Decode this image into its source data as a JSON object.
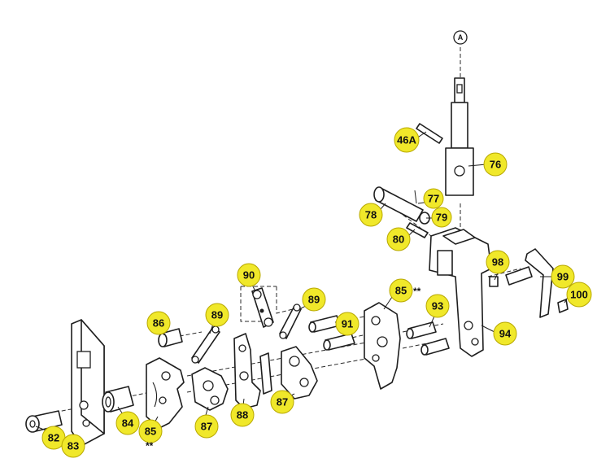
{
  "diagram": {
    "reference_marker": "A",
    "callouts": [
      {
        "id": "c82",
        "label": "82"
      },
      {
        "id": "c83",
        "label": "83"
      },
      {
        "id": "c84",
        "label": "84"
      },
      {
        "id": "c85a",
        "label": "85"
      },
      {
        "id": "c85b",
        "label": "85"
      },
      {
        "id": "c86",
        "label": "86"
      },
      {
        "id": "c87a",
        "label": "87"
      },
      {
        "id": "c87b",
        "label": "87"
      },
      {
        "id": "c88",
        "label": "88"
      },
      {
        "id": "c89a",
        "label": "89"
      },
      {
        "id": "c89b",
        "label": "89"
      },
      {
        "id": "c90",
        "label": "90"
      },
      {
        "id": "c91",
        "label": "91"
      },
      {
        "id": "c93",
        "label": "93"
      },
      {
        "id": "c94",
        "label": "94"
      },
      {
        "id": "c76",
        "label": "76"
      },
      {
        "id": "c46a",
        "label": "46A"
      },
      {
        "id": "c77",
        "label": "77"
      },
      {
        "id": "c78",
        "label": "78"
      },
      {
        "id": "c79",
        "label": "79"
      },
      {
        "id": "c80",
        "label": "80"
      },
      {
        "id": "c98",
        "label": "98"
      },
      {
        "id": "c99",
        "label": "99"
      },
      {
        "id": "c100",
        "label": "100"
      }
    ],
    "notes": {
      "double_star_upper": "**",
      "double_star_lower": "**"
    }
  }
}
